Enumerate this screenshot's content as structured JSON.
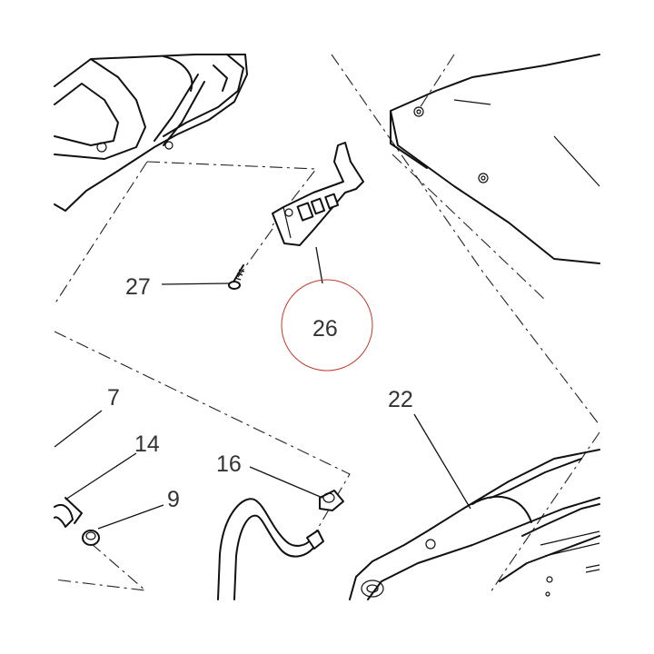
{
  "diagram": {
    "callouts": {
      "c7": "7",
      "c14": "14",
      "c9": "9",
      "c16": "16",
      "c22": "22",
      "c26": "26",
      "c27": "27"
    },
    "highlight_color": "#c0392b",
    "highlighted_part": "26"
  }
}
